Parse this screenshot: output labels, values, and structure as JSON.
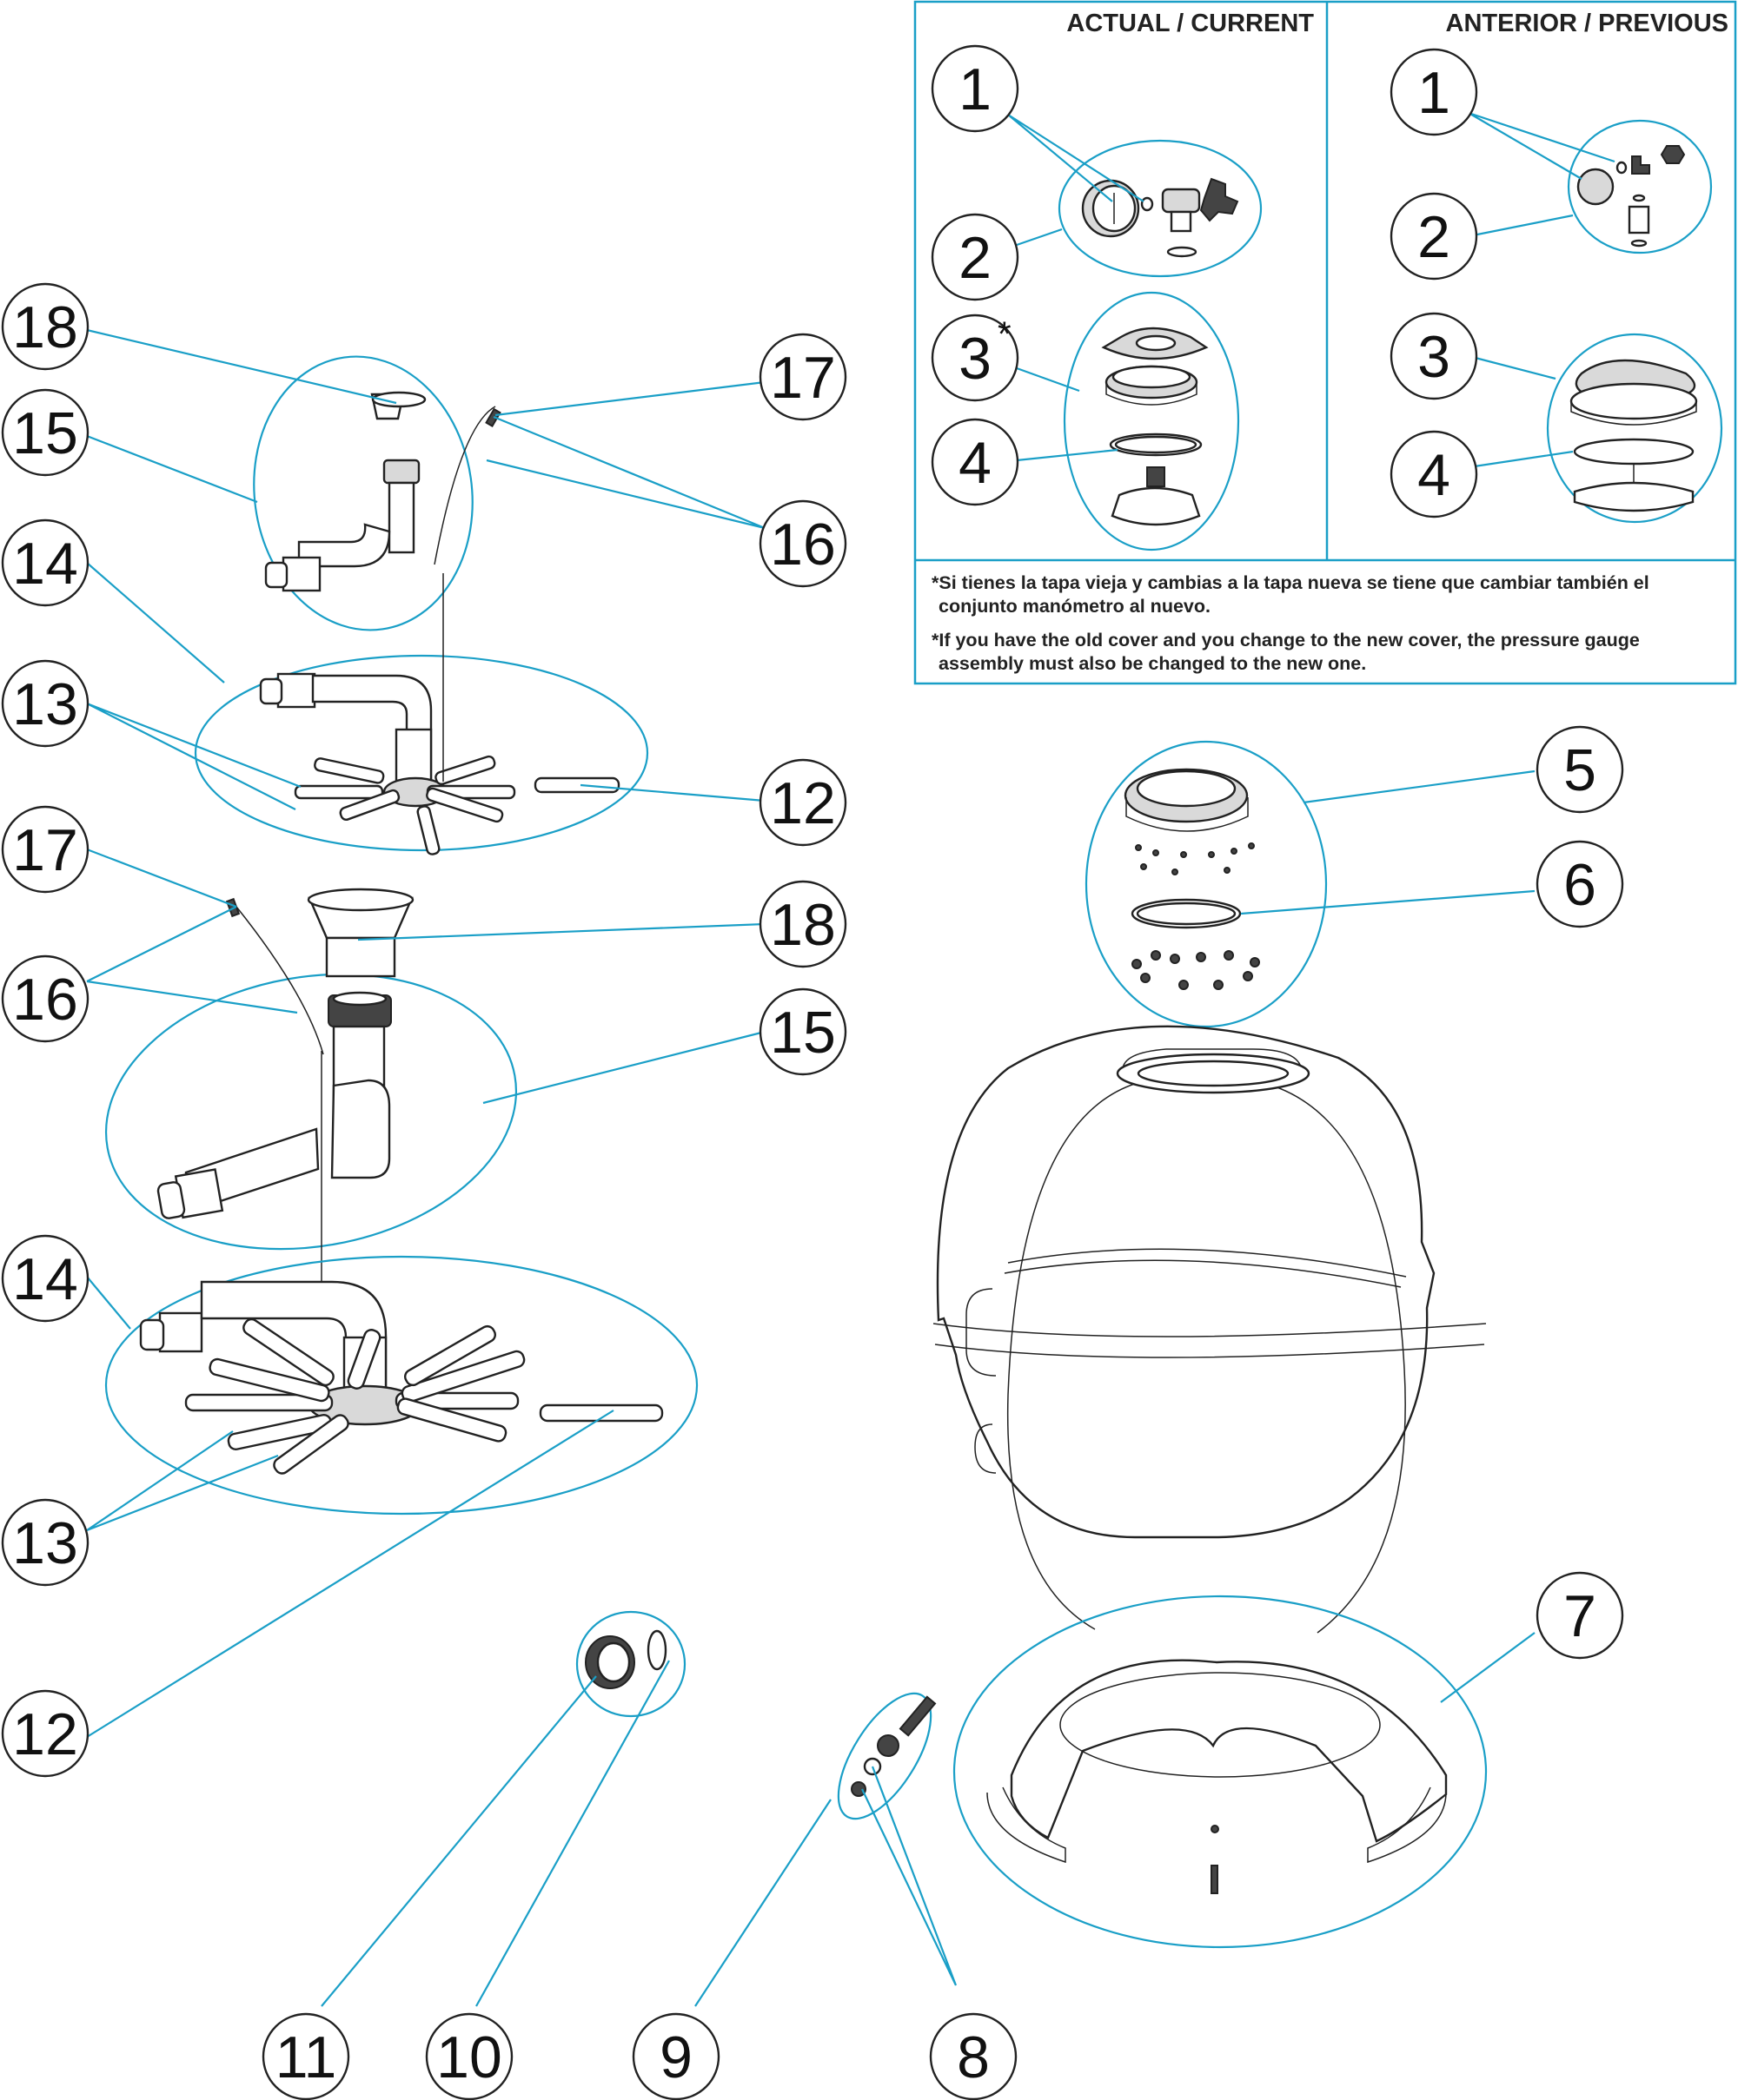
{
  "panel": {
    "current_header": "ACTUAL / CURRENT",
    "previous_header": "ANTERIOR / PREVIOUS",
    "note_es_line1": "*Si tienes la tapa vieja y cambias a la tapa nueva se tiene que cambiar también el",
    "note_es_line2": "conjunto manómetro al nuevo.",
    "note_en_line1": "*If you have the old cover and you change to the new cover, the pressure gauge",
    "note_en_line2": "assembly must also be changed to the new one.",
    "asterisk": "*"
  },
  "callouts": {
    "c1a": "1",
    "c2a": "2",
    "c3a": "3",
    "c4a": "4",
    "c1b": "1",
    "c2b": "2",
    "c3b": "3",
    "c4b": "4",
    "c5": "5",
    "c6": "6",
    "c7": "7",
    "c8": "8",
    "c9": "9",
    "c10": "10",
    "c11": "11",
    "c12a": "12",
    "c13a": "13",
    "c14a": "14",
    "c15a": "15",
    "c16a": "16",
    "c17a": "17",
    "c18a": "18",
    "c12b": "12",
    "c13b": "13",
    "c14b": "14",
    "c15b": "15",
    "c16b": "16",
    "c17b": "17",
    "c18b": "18"
  },
  "colors": {
    "leader": "#1a9fc7",
    "outline": "#222222"
  }
}
